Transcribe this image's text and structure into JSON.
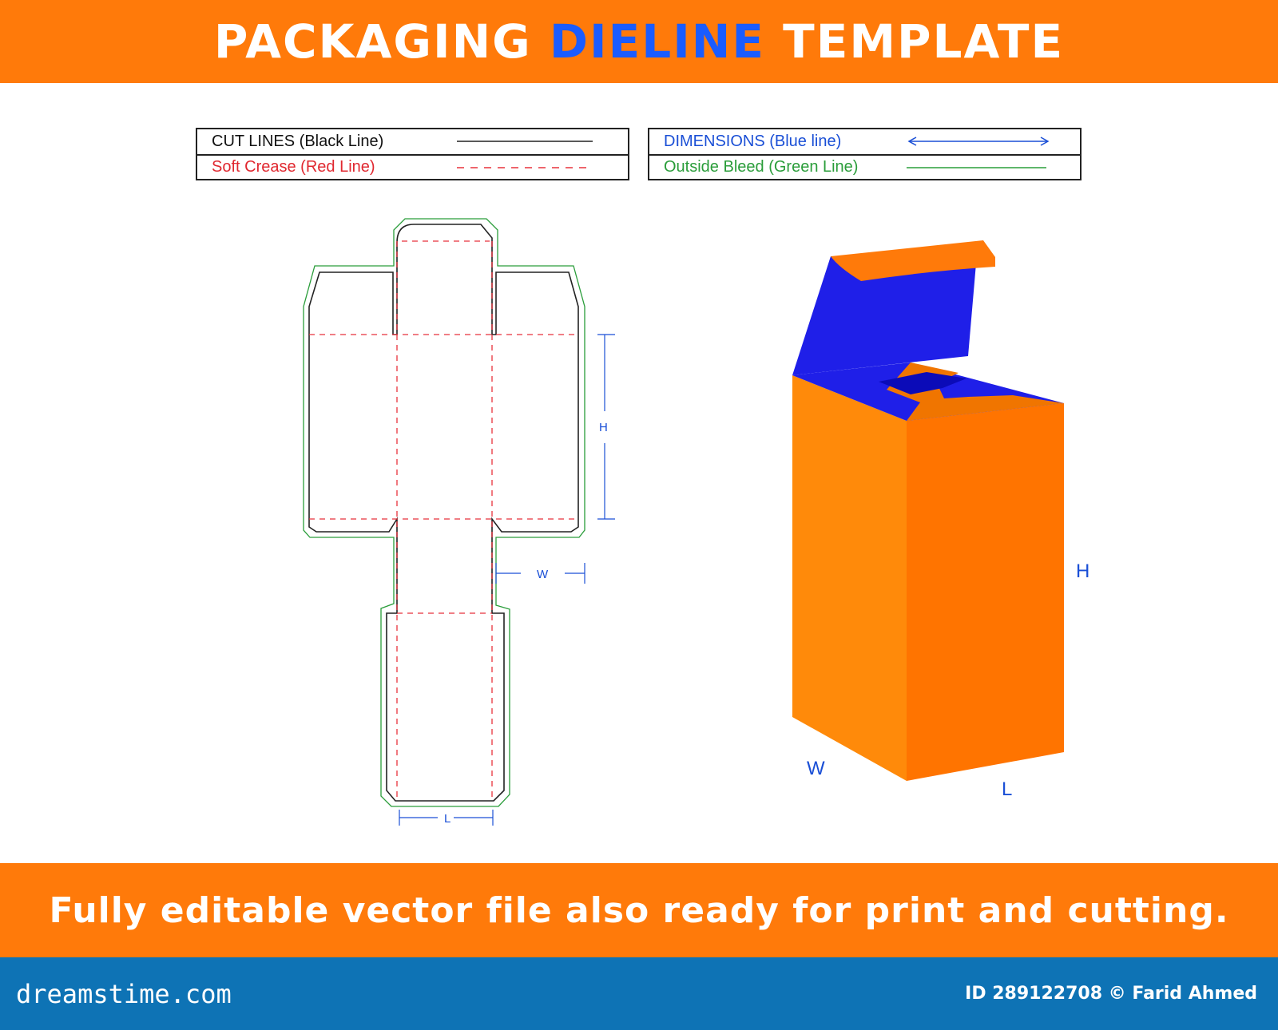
{
  "header": {
    "title_part1": "PACKAGING ",
    "title_highlight": "DIELINE",
    "title_part2": " TEMPLATE"
  },
  "legend": {
    "cut_lines": "CUT LINES (Black Line)",
    "soft_crease": "Soft Crease (Red Line)",
    "dimensions": "DIMENSIONS (Blue line)",
    "outside_bleed": "Outside Bleed (Green Line)"
  },
  "dieline": {
    "label_h": "H",
    "label_w": "W",
    "label_l": "L"
  },
  "box": {
    "label_h": "H",
    "label_w": "W",
    "label_l": "L"
  },
  "footer_banner": {
    "text": "Fully editable vector file also ready for print and cutting."
  },
  "footer": {
    "site": "dreamstime.com",
    "credit": "ID 289122708 © Farid Ahmed"
  },
  "colors": {
    "orange": "#ff7a0a",
    "blue_highlight": "#1a5cff",
    "cut": "#222222",
    "crease": "#e8323c",
    "dimension": "#1a4fd6",
    "bleed": "#2a9d3a",
    "footer": "#0e73b5"
  }
}
